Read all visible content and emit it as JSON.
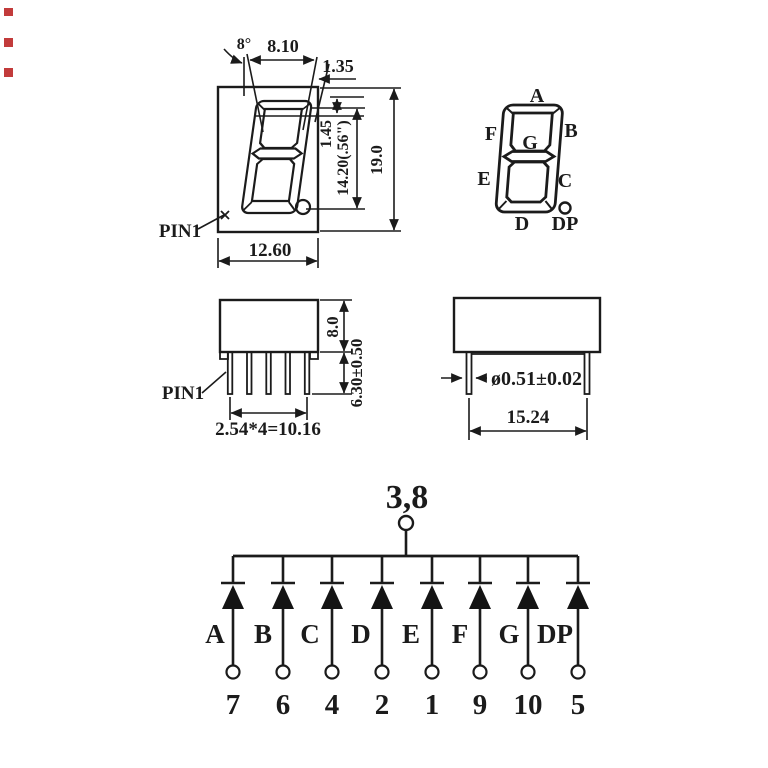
{
  "front_view": {
    "angle_label": "8°",
    "segment_width": "8.10",
    "segment_thickness": "1.35",
    "inner_offset": "1.45",
    "digit_height": "14.20(.56\")",
    "body_height": "19.0",
    "body_width": "12.60",
    "pin1_label": "PIN1"
  },
  "segment_diagram": {
    "labels": {
      "a": "A",
      "b": "B",
      "c": "C",
      "d": "D",
      "e": "E",
      "f": "F",
      "g": "G",
      "dp": "DP"
    }
  },
  "side_view_front": {
    "pin1_label": "PIN1",
    "body_thickness": "8.0",
    "pin_length": "6.30±0.50",
    "pin_pitch": "2.54*4=10.16"
  },
  "side_view_side": {
    "pin_diameter": "ø0.51±0.02",
    "row_spacing": "15.24"
  },
  "schematic": {
    "common_pin_label": "3,8",
    "segments": [
      "A",
      "B",
      "C",
      "D",
      "E",
      "F",
      "G",
      "DP"
    ],
    "pin_numbers": [
      "7",
      "6",
      "4",
      "2",
      "1",
      "9",
      "10",
      "5"
    ]
  },
  "colors": {
    "line": "#1b1b1b",
    "background": "#ffffff",
    "edge_mark": "#c23b3b"
  }
}
